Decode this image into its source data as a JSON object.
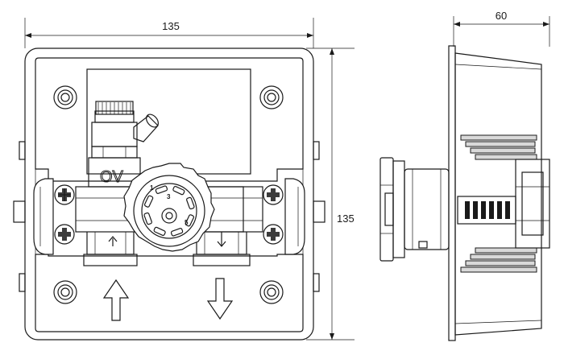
{
  "dimensions": {
    "front_width": "135",
    "front_height": "135",
    "side_depth": "60"
  },
  "front_view": {
    "logo": "OV",
    "knob_labels": [
      "1",
      "3",
      "5"
    ]
  }
}
